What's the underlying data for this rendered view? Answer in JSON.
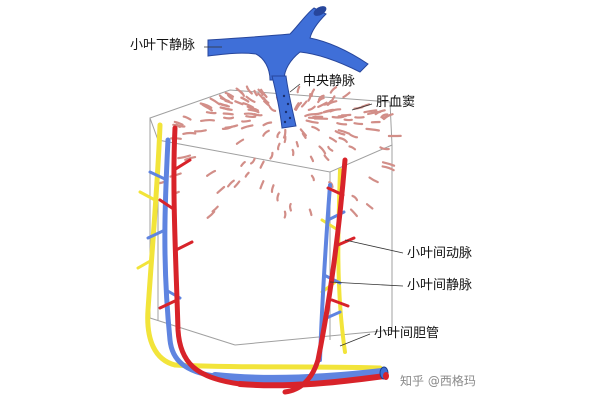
{
  "labels": {
    "interlobular_small_vein": "小叶下静脉",
    "central_vein": "中央静脉",
    "sinusoid": "肝血窦",
    "interlobular_artery": "小叶间动脉",
    "interlobular_vein": "小叶间静脉",
    "interlobular_bile_duct": "小叶间胆管"
  },
  "watermark": "知乎 @西格玛",
  "colors": {
    "vein": "#3f6fd8",
    "artery": "#d8232a",
    "bile_duct": "#f2e43a",
    "sinusoid": "#d89a94",
    "outline": "#9a9a9a"
  }
}
